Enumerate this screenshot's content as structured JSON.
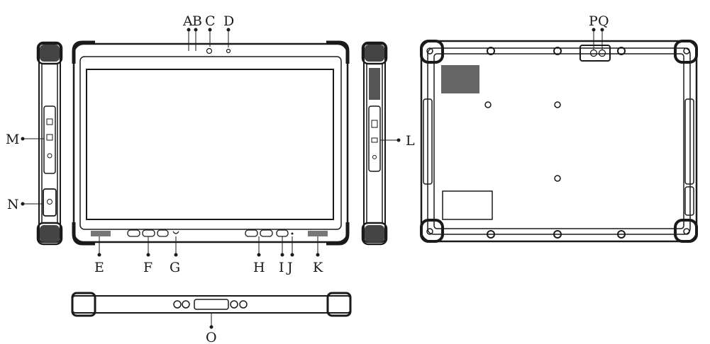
{
  "callouts": {
    "A": "A",
    "B": "B",
    "C": "C",
    "D": "D",
    "E": "E",
    "F": "F",
    "G": "G",
    "H": "H",
    "I": "I",
    "J": "J",
    "K": "K",
    "L": "L",
    "M": "M",
    "N": "N",
    "O": "O",
    "P": "P",
    "Q": "Q"
  },
  "colors": {
    "line": "#1a1a1a",
    "fill_dark": "#2a2a2a",
    "paper": "#ffffff"
  }
}
